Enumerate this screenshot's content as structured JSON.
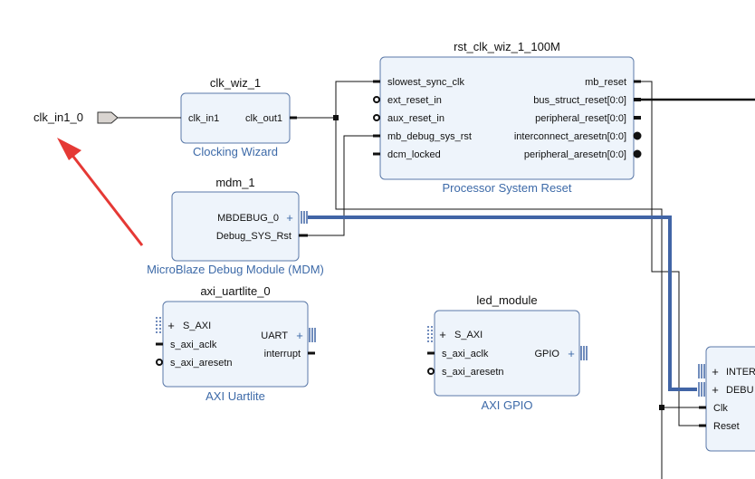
{
  "external_port": {
    "label": "clk_in1_0"
  },
  "blocks": {
    "clk_wiz": {
      "instance": "clk_wiz_1",
      "type_label": "Clocking Wizard",
      "pins_left": [
        "clk_in1"
      ],
      "pins_right": [
        "clk_out1"
      ]
    },
    "rst": {
      "instance": "rst_clk_wiz_1_100M",
      "type_label": "Processor System Reset",
      "pins_left": [
        "slowest_sync_clk",
        "ext_reset_in",
        "aux_reset_in",
        "mb_debug_sys_rst",
        "dcm_locked"
      ],
      "pins_right": [
        "mb_reset",
        "bus_struct_reset[0:0]",
        "peripheral_reset[0:0]",
        "interconnect_aresetn[0:0]",
        "peripheral_aresetn[0:0]"
      ]
    },
    "mdm": {
      "instance": "mdm_1",
      "type_label": "MicroBlaze Debug Module (MDM)",
      "pins_right": [
        "MBDEBUG_0",
        "Debug_SYS_Rst"
      ]
    },
    "uart": {
      "instance": "axi_uartlite_0",
      "type_label": "AXI Uartlite",
      "pins_left": [
        "S_AXI",
        "s_axi_aclk",
        "s_axi_aresetn"
      ],
      "pins_right": [
        "UART",
        "interrupt"
      ]
    },
    "gpio": {
      "instance": "led_module",
      "type_label": "AXI GPIO",
      "pins_left": [
        "S_AXI",
        "s_axi_aclk",
        "s_axi_aresetn"
      ],
      "pins_right": [
        "GPIO"
      ]
    },
    "mb": {
      "pins_left": [
        "INTER",
        "DEBU",
        "Clk",
        "Reset"
      ]
    }
  },
  "annotation": {
    "type": "red-arrow",
    "color": "#e53935"
  },
  "colors": {
    "block_fill": "#eef4fb",
    "block_stroke": "#5b79a8",
    "bus": "#4165a6",
    "type_label": "#3d6aa8",
    "wire": "#111111"
  }
}
